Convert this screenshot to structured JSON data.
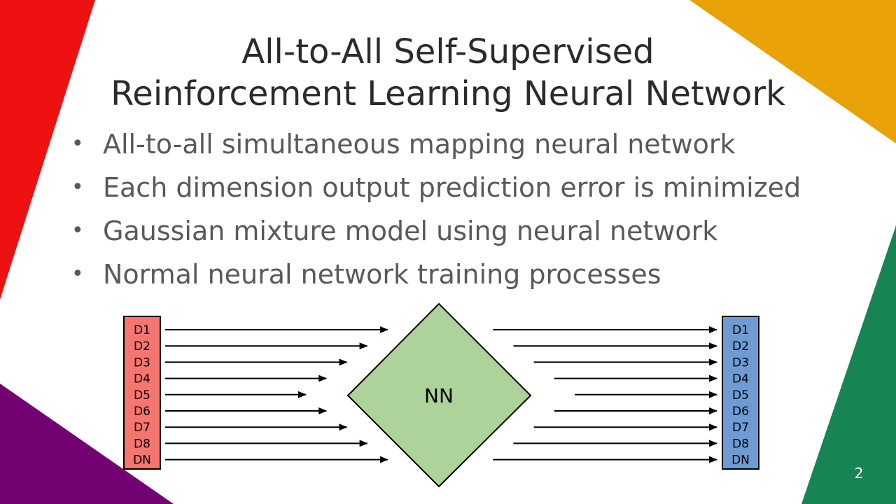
{
  "slide": {
    "title_lines": [
      "All-to-All Self-Supervised",
      "Reinforcement Learning Neural Network"
    ],
    "bullets": [
      "All-to-all simultaneous mapping neural network",
      "Each dimension output prediction error is minimized",
      "Gaussian mixture model using neural network",
      "Normal neural network training processes"
    ],
    "page_number": "2"
  },
  "diagram": {
    "input_labels": [
      "D1",
      "D2",
      "D3",
      "D4",
      "D5",
      "D6",
      "D7",
      "D8",
      "DN"
    ],
    "output_labels": [
      "D1",
      "D2",
      "D3",
      "D4",
      "D5",
      "D6",
      "D7",
      "D8",
      "DN"
    ],
    "center_label": "NN"
  },
  "colors": {
    "red": "#ee1111",
    "orange": "#e8a205",
    "green": "#178553",
    "purple": "#720172",
    "input_box": "#f4766f",
    "output_box": "#6f9bd4",
    "diamond": "#aed39a"
  }
}
